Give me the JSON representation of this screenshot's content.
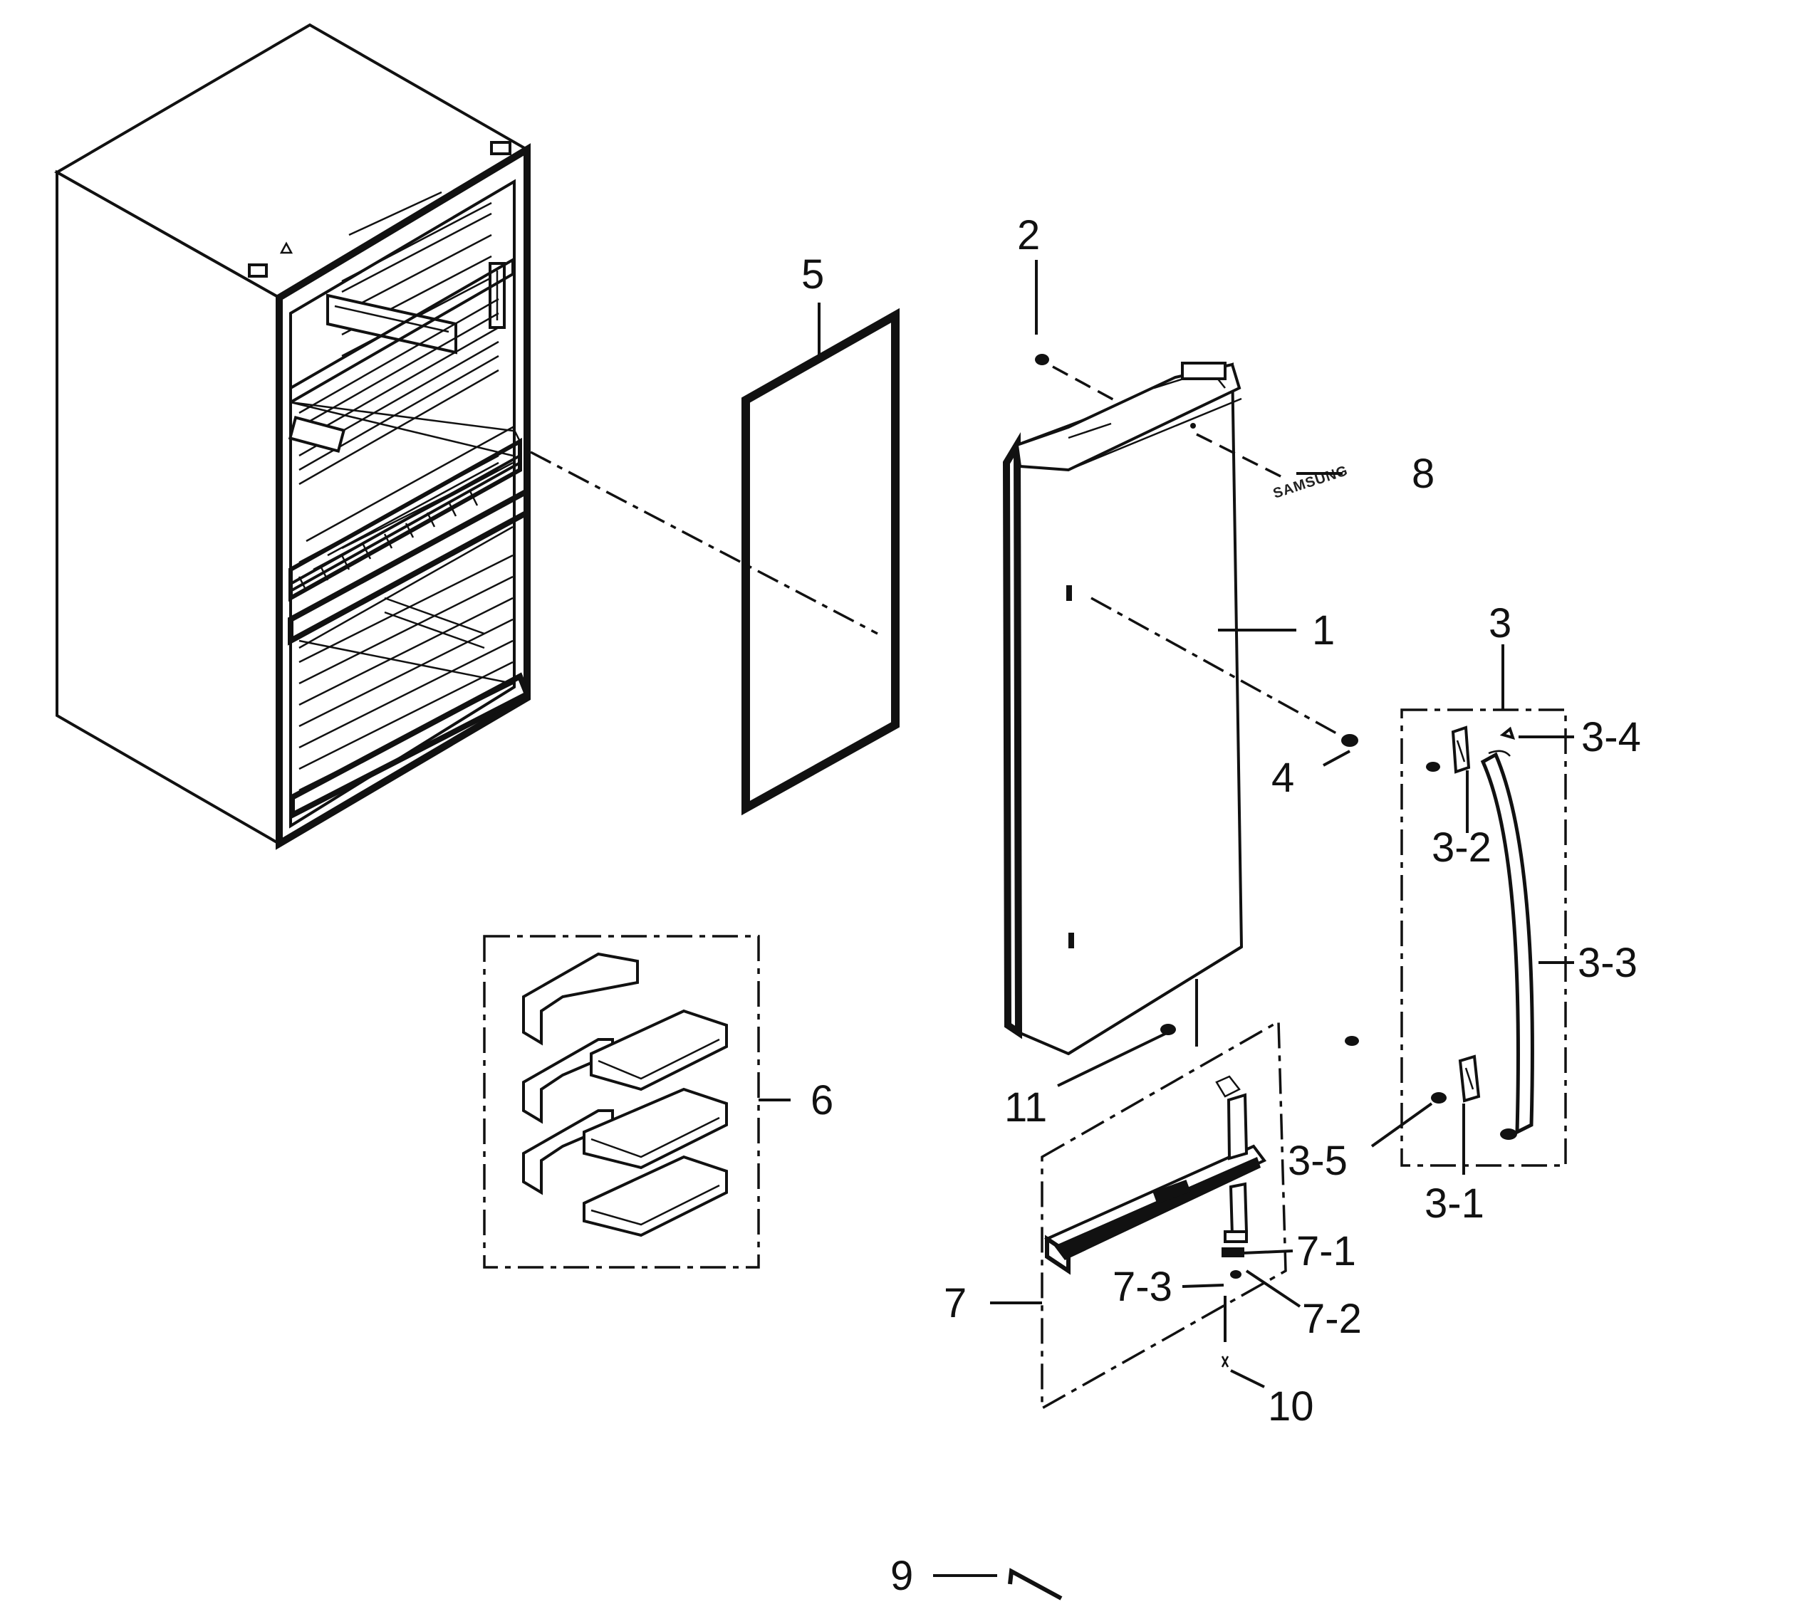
{
  "diagram": {
    "labels": {
      "p1": "1",
      "p2": "2",
      "p3": "3",
      "p3_1": "3-1",
      "p3_2": "3-2",
      "p3_3": "3-3",
      "p3_4": "3-4",
      "p3_5": "3-5",
      "p4": "4",
      "p5": "5",
      "p6": "6",
      "p7": "7",
      "p7_1": "7-1",
      "p7_2": "7-2",
      "p7_3": "7-3",
      "p8": "8",
      "p9": "9",
      "p10": "10",
      "p11": "11"
    },
    "logo_text": "SAMSUNG"
  }
}
